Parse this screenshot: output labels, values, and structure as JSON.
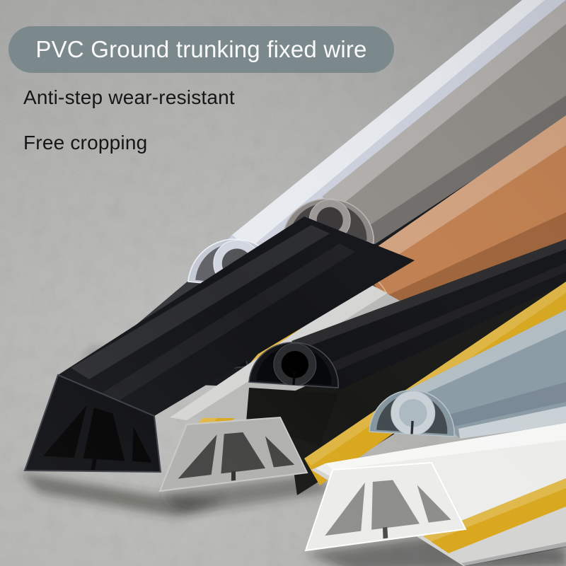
{
  "banner": {
    "label": "PVC Ground trunking fixed wire",
    "bg": "#7b898d",
    "fg": "#fafafa"
  },
  "subtitles": [
    {
      "label": "Anti-step wear-resistant"
    },
    {
      "label": "Free cropping"
    }
  ],
  "subtitle_color": "#161616",
  "scene": {
    "wall_color": "#b2b2b0",
    "tape_color": "#d9a81f",
    "strips": [
      {
        "id": "white-d",
        "label": "white half-round floor trunking",
        "color": "#ccd1dd"
      },
      {
        "id": "gray-d",
        "label": "gray half-round floor trunking",
        "color": "#918d89"
      },
      {
        "id": "orange-d",
        "label": "wood-orange half-round trunking",
        "color": "#c28050"
      },
      {
        "id": "black-trap-back",
        "label": "black trapezoid trunking with tape",
        "color": "#17181b"
      },
      {
        "id": "black-trap-front",
        "label": "black trapezoid trunking",
        "color": "#141518"
      },
      {
        "id": "black-d",
        "label": "black half-round trunking",
        "color": "#131417"
      },
      {
        "id": "blue-gray-d",
        "label": "blue-gray half-round trunking",
        "color": "#8b9ca6"
      },
      {
        "id": "gray-trap",
        "label": "gray trapezoid trunking",
        "color": "#b0b0ae"
      },
      {
        "id": "white-trap",
        "label": "white trapezoid trunking with tape",
        "color": "#ececea"
      }
    ]
  }
}
